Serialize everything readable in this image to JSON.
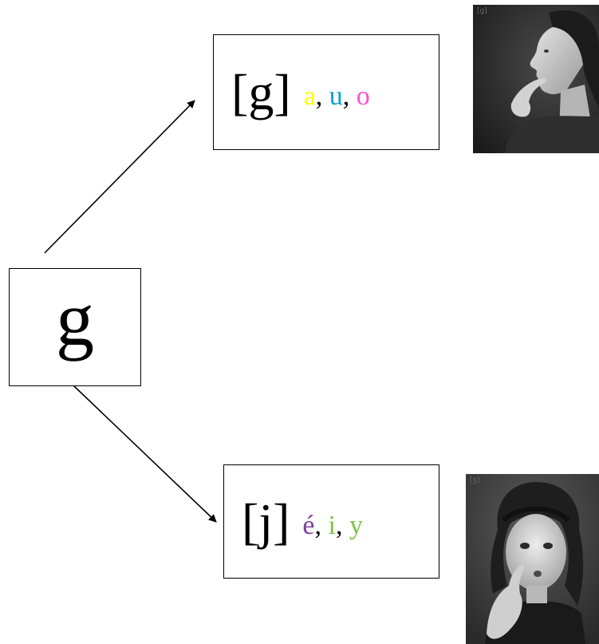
{
  "letter": "g",
  "hard": {
    "phoneme": "[g]",
    "vowels": [
      {
        "text": "a",
        "color": "#ffff00"
      },
      {
        "text": "u",
        "color": "#00a0d0"
      },
      {
        "text": "o",
        "color": "#ff4fd8"
      }
    ],
    "separator": ", ",
    "photo_label": "[g]",
    "photo_icon": "girl-profile-gesture-photo"
  },
  "soft": {
    "phoneme": "[j]",
    "vowels": [
      {
        "text": "é",
        "color": "#7b3fa0"
      },
      {
        "text": "i",
        "color": "#7cc243"
      },
      {
        "text": "y",
        "color": "#7cc243"
      }
    ],
    "separator": ", ",
    "photo_label": "[ʒ]",
    "photo_icon": "girl-front-gesture-photo"
  }
}
